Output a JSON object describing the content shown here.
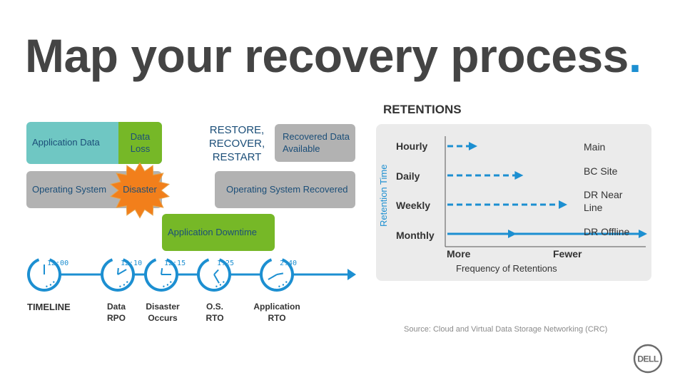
{
  "title": "Map your recovery process",
  "title_dot": ".",
  "boxes": {
    "application_data": "Application Data",
    "data_loss": "Data Loss",
    "operating_system": "Operating System",
    "disaster": "Disaster",
    "restore": "RESTORE, RECOVER, RESTART",
    "recovered_data": "Recovered Data Available",
    "os_recovered": "Operating System Recovered",
    "app_downtime": "Application Downtime"
  },
  "timeline": {
    "label": "TIMELINE",
    "clocks": [
      {
        "time": "12:00",
        "label": ""
      },
      {
        "time": "12:10",
        "label": "Data RPO"
      },
      {
        "time": "12:15",
        "label": "Disaster Occurs"
      },
      {
        "time": "1:25",
        "label": "O.S. RTO"
      },
      {
        "time": "2:40",
        "label": "Application RTO"
      }
    ]
  },
  "retentions": {
    "heading": "RETENTIONS",
    "y_axis": "Retention Time",
    "x_axis": "Frequency of Retentions",
    "x_left": "More",
    "x_right": "Fewer",
    "rows": [
      {
        "left": "Hourly",
        "right": "Main",
        "style": "dashed",
        "reach": 0.15
      },
      {
        "left": "Daily",
        "right": "BC Site",
        "style": "dashed",
        "reach": 0.38
      },
      {
        "left": "Weekly",
        "right": "DR Near Line",
        "style": "dashed",
        "reach": 0.6
      },
      {
        "left": "Monthly",
        "right": "DR Offline",
        "style": "solid",
        "reach": 1.0
      }
    ]
  },
  "source": "Source: Cloud and Virtual Data Storage Networking (CRC)",
  "logo_text": "DELL",
  "colors": {
    "accent": "#1c8fd1",
    "teal": "#6fc7c3",
    "green": "#76b827",
    "grey": "#b2b2b2",
    "burst": "#f27f1b"
  }
}
